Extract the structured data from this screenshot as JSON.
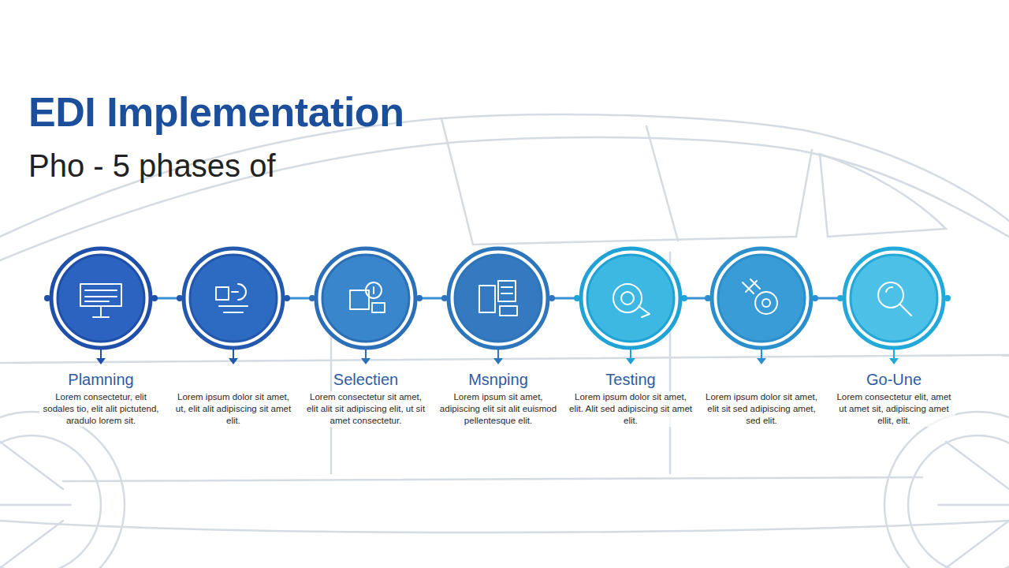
{
  "diagram": {
    "title": "EDI Implementation",
    "nodes": [
      {
        "text": [
          "Plamning",
          "Lorem consectetur, elit sodales tio, elit alit pictutend, aradulo lorem sit."
        ]
      },
      {
        "text": [
          "Lorem ipsum dolor sit amet, ut, elit alit adipiscing sit amet elit."
        ]
      },
      {
        "text": [
          "Selectien",
          "Lorem consectetur sit amet, elit alit sit adipiscing elit, ut sit amet consectetur."
        ]
      },
      {
        "text": [
          "Msnping",
          "Lorem ipsum sit amet, adipiscing elit sit alit euismod pellentesque elit."
        ]
      },
      {
        "text": [
          "Testing",
          "Lorem ipsum dolor sit amet, elit. Alit sed adipiscing sit amet elit."
        ]
      },
      {
        "text": [
          "Lorem ipsum dolor sit amet, elit sit sed adipiscing amet, sed elit."
        ]
      },
      {
        "text": [
          "Go-Une",
          "Lorem consectetur elit, amet ut amet sit, adipiscing amet ellit, elit."
        ]
      }
    ],
    "labels": [
      "Pho - 5 phases of"
    ]
  }
}
